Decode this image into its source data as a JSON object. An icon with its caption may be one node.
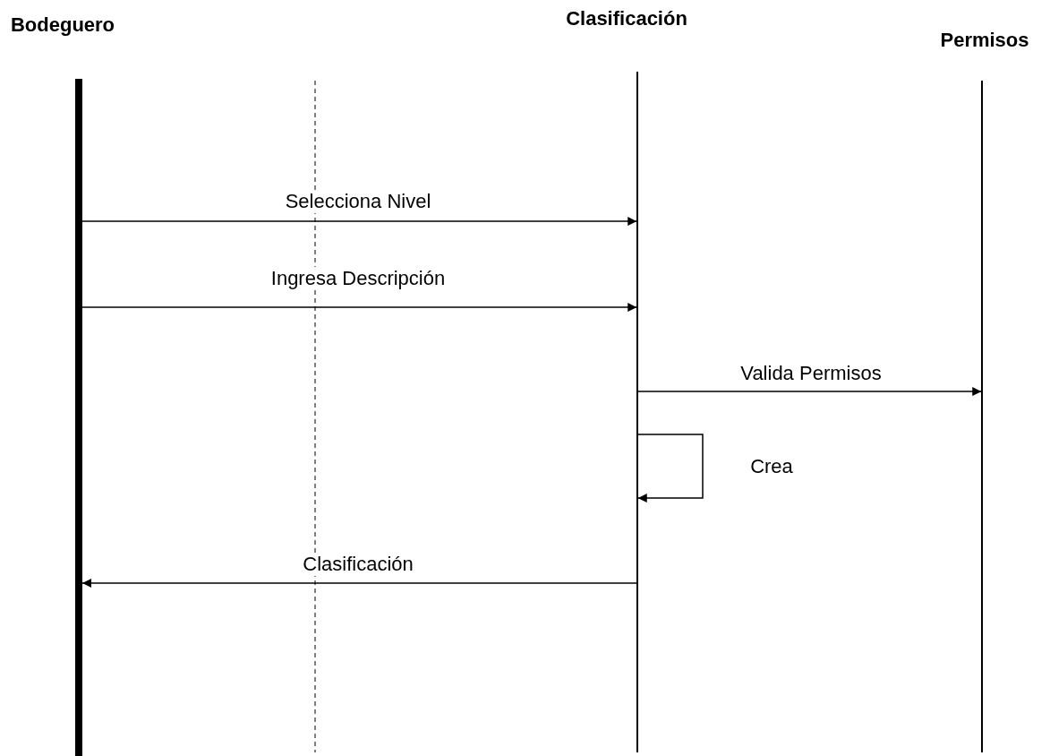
{
  "diagram": {
    "nodes": [
      {
        "text": [
          "Bodeguero"
        ]
      },
      {
        "text": [
          "Clasificación"
        ]
      },
      {
        "text": [
          "Permisos"
        ]
      }
    ],
    "edges": [
      {
        "from": 0,
        "to": 1,
        "arrow": "to",
        "label": "Selecciona Nivel"
      },
      {
        "from": 0,
        "to": 1,
        "arrow": "to",
        "label": "Ingresa Descripción"
      },
      {
        "from": 1,
        "to": 2,
        "arrow": "to",
        "label": "Valida Permisos"
      },
      {
        "from": 1,
        "to": 1,
        "arrow": "to",
        "label": "Crea"
      },
      {
        "from": 1,
        "to": 0,
        "arrow": "to",
        "label": "Clasificación"
      }
    ]
  }
}
